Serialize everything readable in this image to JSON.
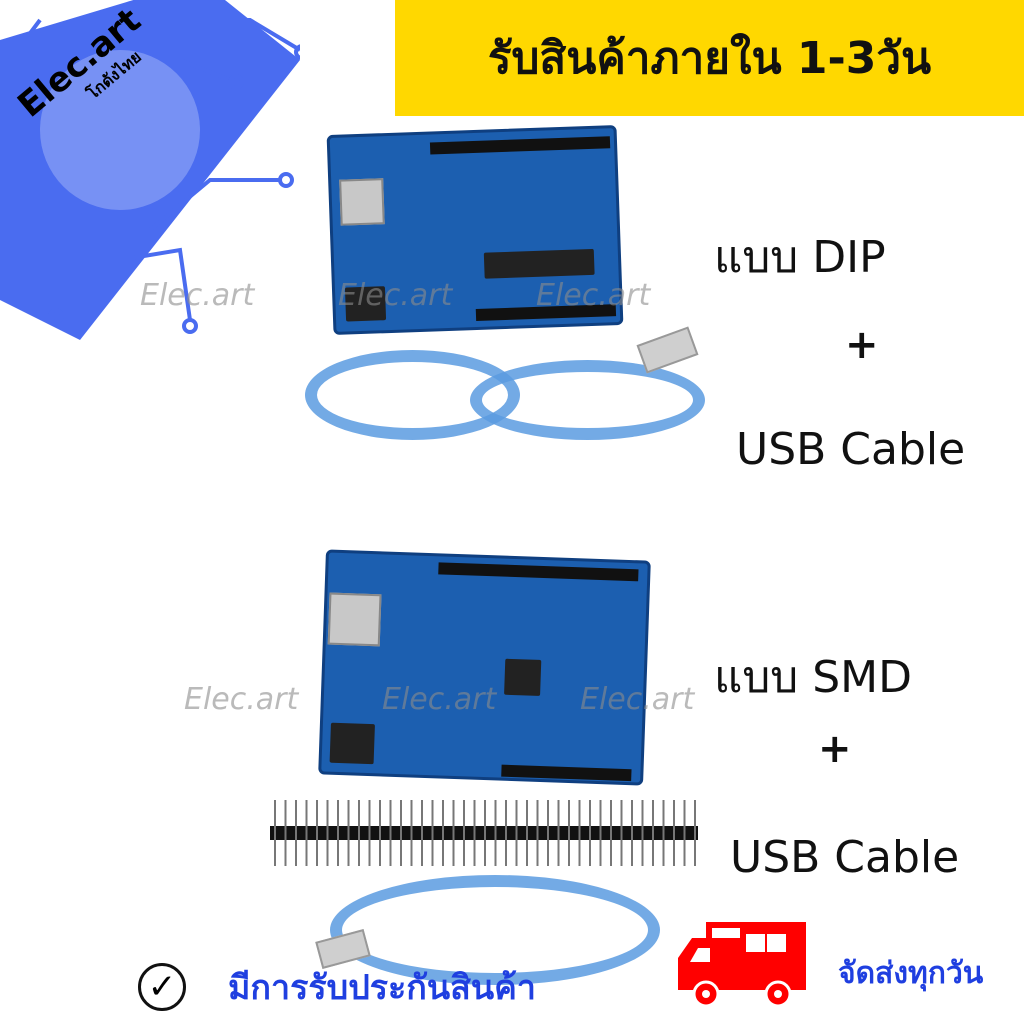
{
  "banner": {
    "text": "รับสินค้าภายใน 1-3วัน",
    "color": "#ffd800"
  },
  "logo": {
    "name": "Elec.art",
    "subtitle": "โกดังไทย",
    "accent": "#4a6cf0"
  },
  "watermark": "Elec.art",
  "products": [
    {
      "type_label": "แบบ DIP",
      "plus": "+",
      "cable_label": "USB Cable"
    },
    {
      "type_label": "แบบ SMD",
      "plus": "+",
      "cable_label": "USB Cable"
    }
  ],
  "footer": {
    "warranty": "มีการรับประกันสินค้า",
    "warranty_icon": "check-circle-icon",
    "shipping": "จัดส่งทุกวัน",
    "shipping_icon": "truck-icon",
    "shipping_color": "#1f3fe0",
    "truck_color": "#ff0000"
  }
}
